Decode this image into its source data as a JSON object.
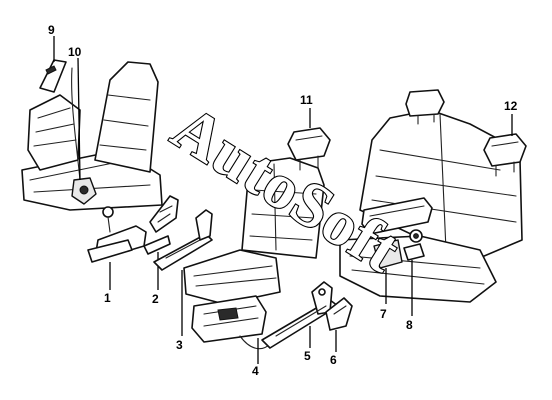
{
  "diagram": {
    "watermark_text": "AutoSoft",
    "callouts": [
      "1",
      "2",
      "3",
      "4",
      "5",
      "6",
      "7",
      "8",
      "9",
      "10",
      "11",
      "12"
    ]
  }
}
